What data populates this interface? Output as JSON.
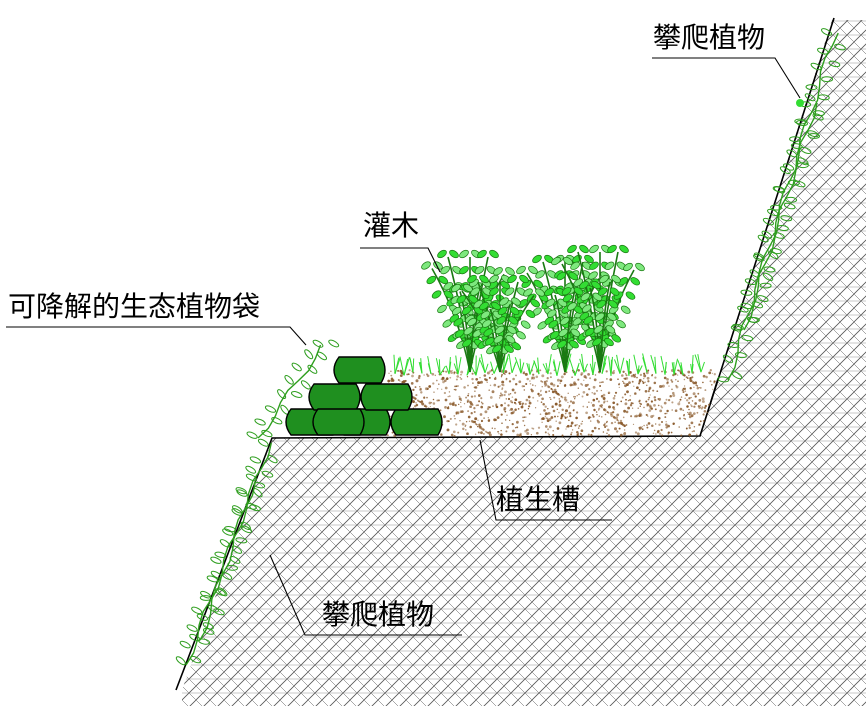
{
  "labels": {
    "climbing_plants_top": "攀爬植物",
    "shrubs": "灌木",
    "degradable_bags": "可降解的生态植物袋",
    "planting_trough": "植生槽",
    "climbing_plants_bottom": "攀爬植物"
  },
  "colors": {
    "line": "#000000",
    "hatch": "#555555",
    "vine": "#2e9e1e",
    "leaf_light": "#33dd33",
    "leaf_dark": "#1a7a12",
    "bag_fill": "#1f8f1f",
    "bag_stroke": "#000000",
    "soil": "#8a5a2b"
  },
  "icons": {
    "slope": "hatched-slope",
    "bags": "stacked-sandbags",
    "shrubs": "leafy-shrubs",
    "vines": "climbing-vines",
    "soil": "soil-stipple"
  }
}
